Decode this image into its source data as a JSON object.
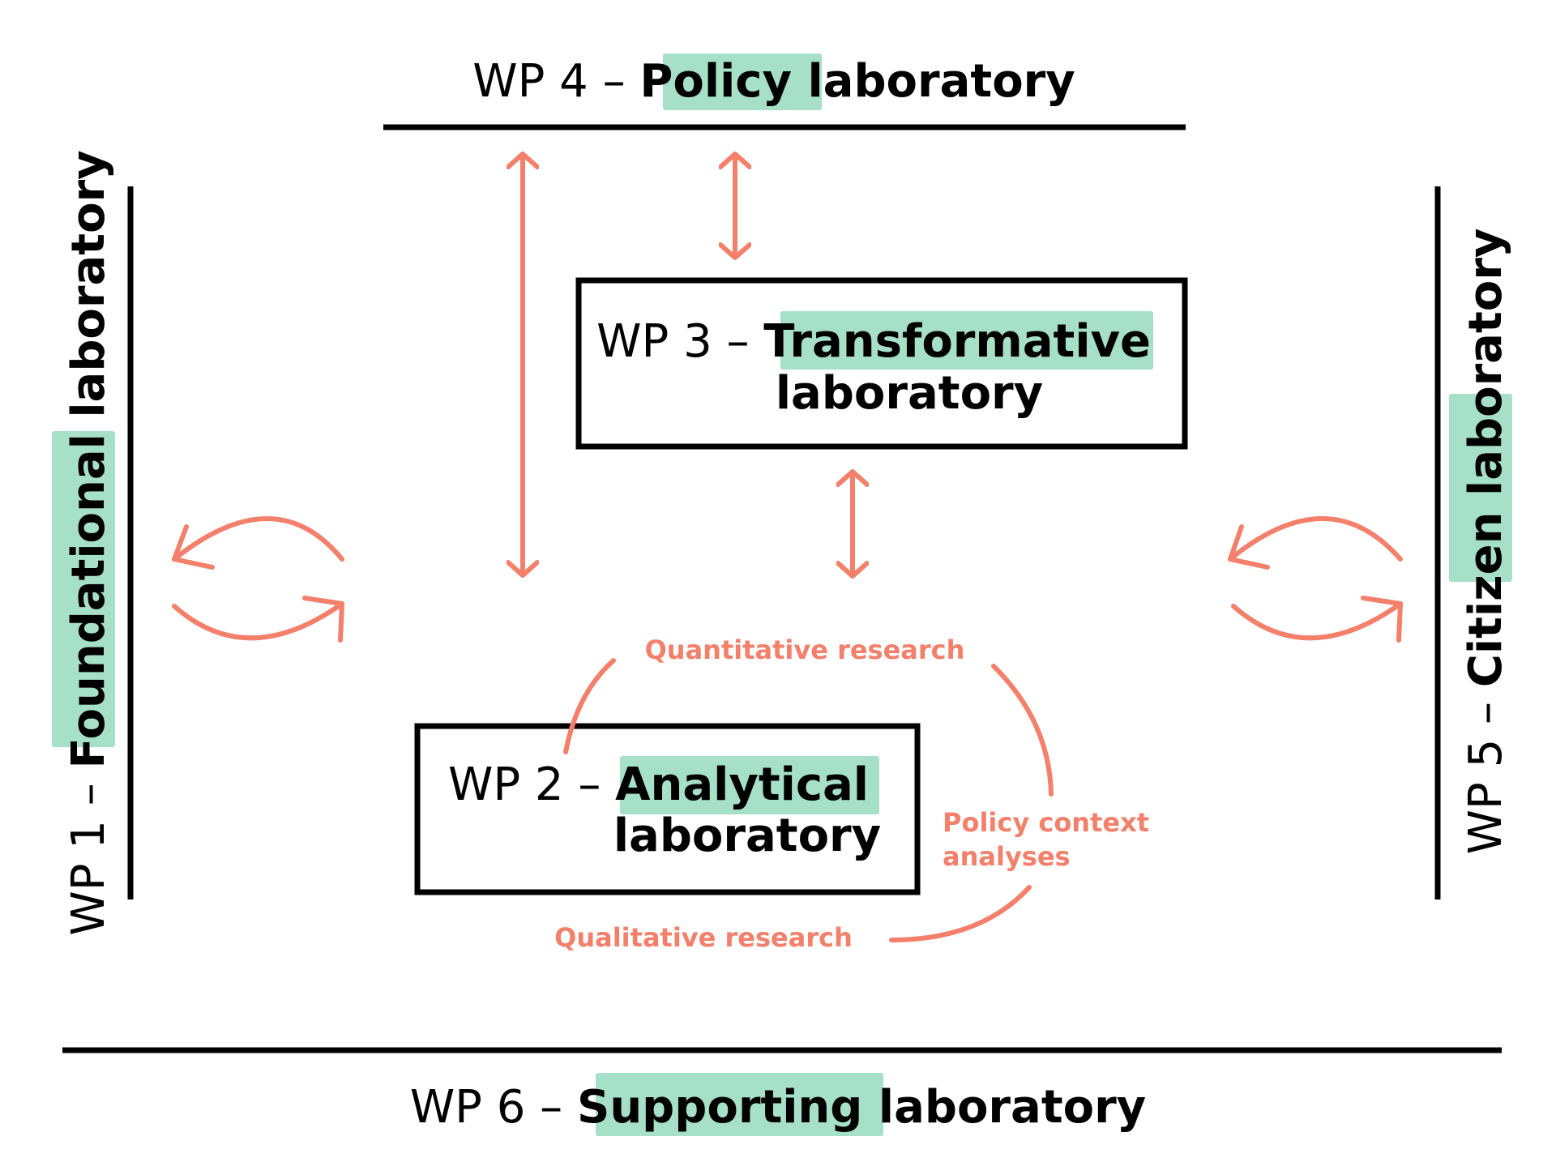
{
  "colors": {
    "accent": "#f47f6a",
    "highlight": "#a7e0c9",
    "line": "#000000",
    "background": "#ffffff"
  },
  "wp4": {
    "prefix": "WP 4 – ",
    "highlight": "Policy",
    "rest": " laboratory"
  },
  "wp3": {
    "prefix": "WP 3 – ",
    "highlight": "Transformative",
    "line2": "laboratory"
  },
  "wp2": {
    "prefix": "WP 2 – ",
    "highlight": "Analytical",
    "line2": "laboratory"
  },
  "wp1": {
    "prefix": "WP 1 – ",
    "highlight": "Foundational",
    "rest": " laboratory"
  },
  "wp5": {
    "prefix": "WP 5 – ",
    "highlight": "Citizen",
    "rest": " laboratory"
  },
  "wp6": {
    "prefix": "WP 6 – ",
    "highlight": "Supporting",
    "rest": " laboratory"
  },
  "methods": {
    "quantitative": "Quantitative research",
    "policy_context_line1": "Policy context",
    "policy_context_line2": "analyses",
    "qualitative": "Qualitative research"
  }
}
